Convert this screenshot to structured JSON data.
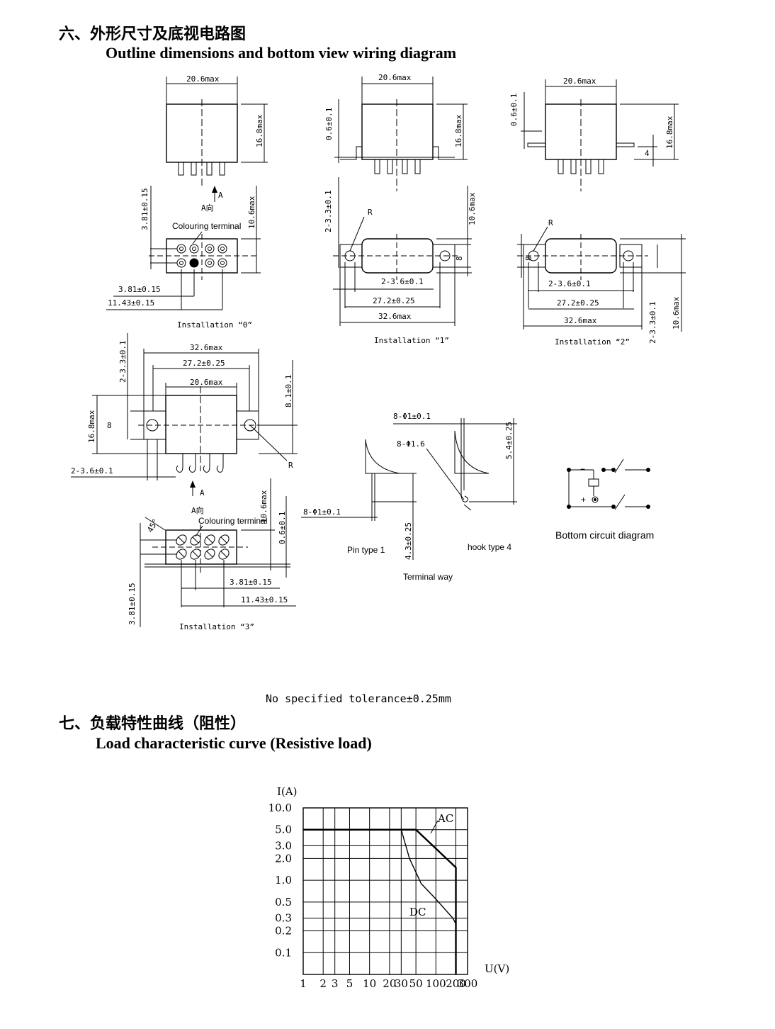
{
  "section6": {
    "title_cn": "六、外形尺寸及底视电路图",
    "title_en": "Outline dimensions and bottom view wiring diagram"
  },
  "drawing": {
    "dims": {
      "w206": "20.6max",
      "h168": "16.8max",
      "h106": "10.6max",
      "d381": "3.81±0.15",
      "d1143": "11.43±0.15",
      "d06": "0.6±0.1",
      "d233": "2-3.3±0.1",
      "d236": "2-3.6±0.1",
      "d272": "27.2±0.25",
      "d326": "32.6max",
      "d81": "8.1±0.1",
      "d8": "8",
      "d4": "4",
      "r": "R",
      "a": "A",
      "adir": "A向",
      "deg45": "45°",
      "pin1": "8-Φ1±0.1",
      "pin16": "8-Φ1.6",
      "d54": "5.4±0.25",
      "d43": "4.3±0.25"
    },
    "labels": {
      "colouring": "Colouring terminal",
      "colouring3": "Colouring terminal",
      "inst0": "Installation “0”",
      "inst1": "Installation “1”",
      "inst2": "Installation “2”",
      "inst3": "Installation “3”",
      "pin_type": "Pin type  1",
      "hook_type": "hook type  4",
      "terminal_way": "Terminal way",
      "bottom_circuit": "Bottom circuit diagram",
      "minus": "−",
      "plus": "+"
    }
  },
  "tolerance_note": "No specified tolerance±0.25mm",
  "section7": {
    "title_cn": "七、负载特性曲线（阻性）",
    "title_en": "Load characteristic curve (Resistive load)"
  },
  "chart_data": {
    "type": "line",
    "title": "",
    "xlabel": "U(V)",
    "ylabel": "I(A)",
    "x_scale": "log",
    "y_scale": "log",
    "x_ticks": [
      "1",
      "2",
      "3",
      "5",
      "10",
      "20",
      "30",
      "50",
      "100",
      "200",
      "300"
    ],
    "y_ticks": [
      "10.0",
      "5.0",
      "3.0",
      "2.0",
      "1.0",
      "0.5",
      "0.3",
      "0.2",
      "0.1"
    ],
    "xlim": [
      1,
      300
    ],
    "ylim": [
      0.05,
      10
    ],
    "grid": true,
    "series": [
      {
        "name": "AC",
        "x": [
          1,
          50,
          200,
          200
        ],
        "y": [
          5.0,
          5.0,
          1.5,
          0.05
        ]
      },
      {
        "name": "DC",
        "x": [
          1,
          30,
          40,
          60,
          100,
          180,
          200,
          200
        ],
        "y": [
          5.0,
          5.0,
          2.0,
          0.9,
          0.55,
          0.3,
          0.25,
          0.05
        ]
      }
    ]
  }
}
